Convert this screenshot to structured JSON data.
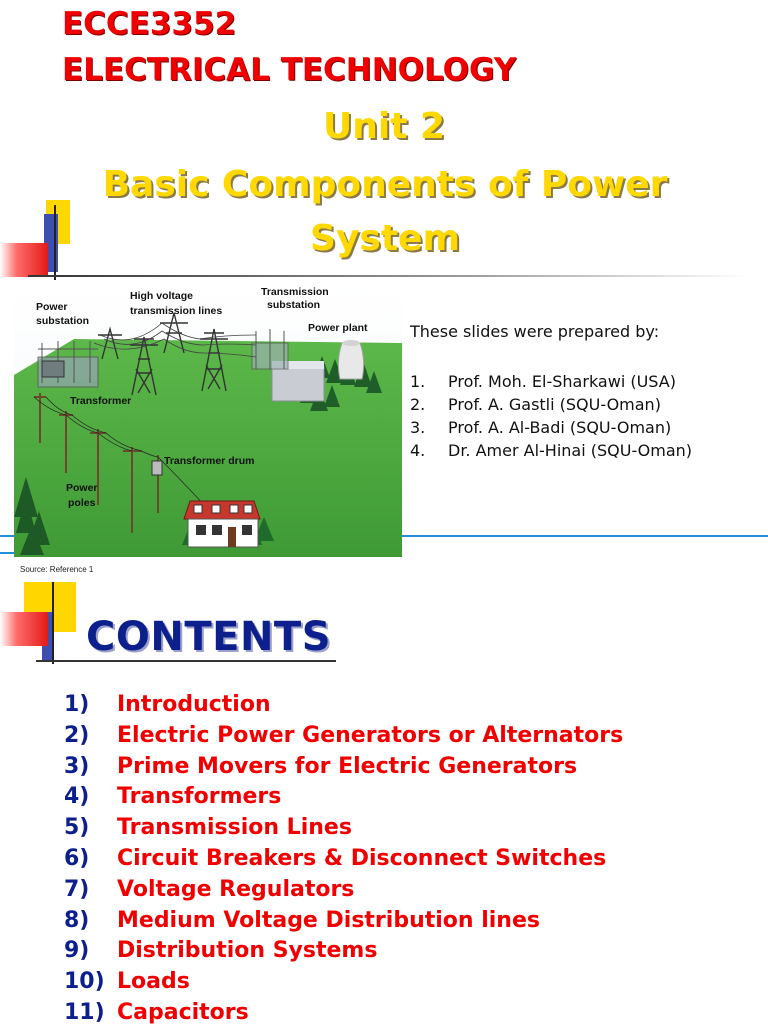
{
  "slide1": {
    "course_code": "ECCE3352",
    "course_name": "ELECTRICAL TECHNOLOGY",
    "unit": "Unit 2",
    "topic_line1": "Basic Components of Power",
    "topic_line2": "System",
    "illustration_labels": {
      "power_substation_1": "Power",
      "power_substation_2": "substation",
      "hv_lines_1": "High voltage",
      "hv_lines_2": "transmission lines",
      "trans_substation_1": "Transmission",
      "trans_substation_2": "substation",
      "power_plant": "Power plant",
      "transformer": "Transformer",
      "transformer_drum": "Transformer drum",
      "power_poles_1": "Power",
      "power_poles_2": "poles"
    },
    "prepared_by": "These slides were prepared by:",
    "authors": [
      {
        "num": "1.",
        "name": "Prof. Moh. El-Sharkawi (USA)"
      },
      {
        "num": "2.",
        "name": "Prof. A. Gastli (SQU-Oman)"
      },
      {
        "num": "3.",
        "name": "Prof. A. Al-Badi (SQU-Oman)"
      },
      {
        "num": "4.",
        "name": "Dr. Amer Al-Hinai (SQU-Oman)"
      }
    ],
    "source": "Source: Reference 1"
  },
  "slide2": {
    "title": "CONTENTS",
    "items": [
      {
        "num": "1)",
        "text": "Introduction"
      },
      {
        "num": "2)",
        "text": "Electric Power Generators or Alternators"
      },
      {
        "num": "3)",
        "text": "Prime Movers for Electric Generators"
      },
      {
        "num": "4)",
        "text": "Transformers"
      },
      {
        "num": "5)",
        "text": "Transmission Lines"
      },
      {
        "num": "6)",
        "text": "Circuit Breakers & Disconnect Switches"
      },
      {
        "num": "7)",
        "text": "Voltage Regulators"
      },
      {
        "num": "8)",
        "text": "Medium Voltage Distribution lines"
      },
      {
        "num": "9)",
        "text": "Distribution Systems"
      },
      {
        "num": "10)",
        "text": "Loads"
      },
      {
        "num": "11)",
        "text": "Capacitors"
      }
    ]
  },
  "colors": {
    "title_red": "#f00000",
    "title_gold": "#ffd800",
    "contents_blue": "#0d1f8c",
    "accent_yellow": "#ffd700",
    "accent_red": "#e41b17",
    "accent_blue": "#3f4fb0",
    "slide_divider_blue": "#1f8fd8"
  }
}
